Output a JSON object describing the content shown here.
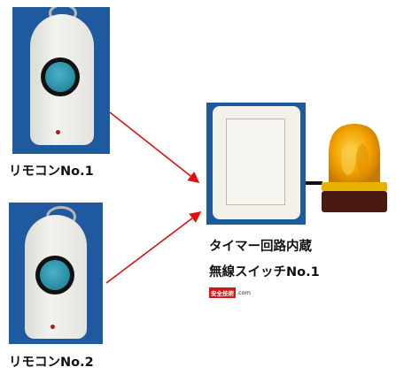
{
  "remote1_label": "リモコンNo.1",
  "remote2_label": "リモコンNo.2",
  "module_label_line1": "タイマー回路内蔵",
  "module_label_line2": "無線スイッチNo.1",
  "brand": {
    "name": "安全技術",
    "domain": ".com"
  },
  "colors": {
    "photo_background": "#1f5aa0",
    "arrow": "#e01010",
    "connector": "#111111",
    "beacon_lens": "#f2a200",
    "beacon_base": "#4a1a12"
  },
  "icons": [
    "remote-control-icon",
    "wireless-switch-module-icon",
    "warning-beacon-icon",
    "brand-logo-icon"
  ]
}
